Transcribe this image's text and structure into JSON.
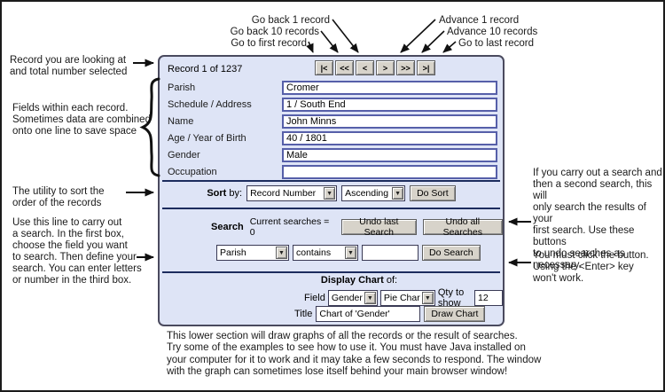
{
  "nav": {
    "record_label": "Record 1 of 1237",
    "buttons": [
      "|<",
      "<<",
      "<",
      ">",
      ">>",
      ">|"
    ]
  },
  "fields": [
    {
      "label": "Parish",
      "value": "Cromer"
    },
    {
      "label": "Schedule / Address",
      "value": "1 / South End"
    },
    {
      "label": "Name",
      "value": "John Minns"
    },
    {
      "label": "Age / Year of Birth",
      "value": "40 / 1801"
    },
    {
      "label": "Gender",
      "value": "Male"
    },
    {
      "label": "Occupation",
      "value": ""
    }
  ],
  "sort": {
    "label_bold": "Sort",
    "label_rest": " by:",
    "field_value": "Record Number",
    "order_value": "Ascending",
    "do_sort": "Do Sort"
  },
  "search": {
    "label": "Search",
    "status": "Current searches = 0",
    "undo_last": "Undo last Search",
    "undo_all": "Undo all Searches",
    "field_value": "Parish",
    "operator_value": "contains",
    "term_value": "",
    "do_search": "Do Search"
  },
  "chart": {
    "heading_bold": "Display Chart",
    "heading_rest": " of:",
    "field_label": "Field",
    "field_value": "Gender",
    "type_value": "Pie Chart",
    "qty_label": "Qty to show",
    "qty_value": "12",
    "title_label": "Title",
    "title_value": "Chart of 'Gender'",
    "draw_chart": "Draw Chart"
  },
  "annotations": {
    "nav_back": [
      "Go back 1 record",
      "Go back 10 records",
      "Go to first record"
    ],
    "nav_fwd": [
      "Advance 1 record",
      "Advance 10 records",
      "Go to last record"
    ],
    "record_note": "Record you are looking at\nand total number selected",
    "fields_note": "Fields within each record.\nSometimes data are combined\nonto one line to save space",
    "sort_note": "The utility to sort the\norder of the records",
    "search_note": "Use this line to carry out\na search. In the first box,\nchoose the field you want\nto search. Then define your\nsearch. You can enter letters\nor number in the third box.",
    "undo_note": "If you carry out a search and\nthen a second search, this will\nonly search the results of your\nfirst search. Use these buttons\nto undo searches as\nnecessary.",
    "enter_note": "You must click the button.\nUsing the <Enter> key\nwon't work.",
    "bottom_note": "This lower section will draw graphs of all the records or the result of searches.\nTry some of the examples to see how to use it. You must have Java installed on\nyour computer for it to work and it may take a few seconds to respond. The window\nwith the graph can sometimes lose itself behind your main browser window!"
  },
  "colors": {
    "panel_bg": "#dee4f6",
    "panel_border": "#4a4a5e",
    "divider": "#1c2c5e",
    "input_border": "#565fa9",
    "button_face": "#d7d3ca"
  }
}
